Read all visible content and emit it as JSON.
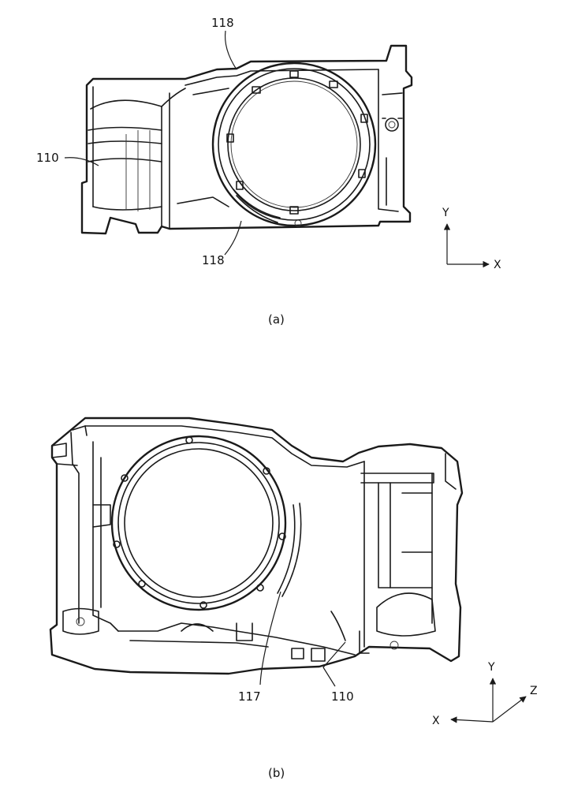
{
  "figure_a": {
    "caption": "(a)",
    "labels": {
      "top_118": "118",
      "bottom_118": "118",
      "left_110": "110"
    },
    "axes": {
      "vertical": "Y",
      "horizontal": "X"
    }
  },
  "figure_b": {
    "caption": "(b)",
    "labels": {
      "l117": "117",
      "l110": "110"
    },
    "axes": {
      "vertical": "Y",
      "depth": "Z",
      "horizontal": "X"
    }
  }
}
